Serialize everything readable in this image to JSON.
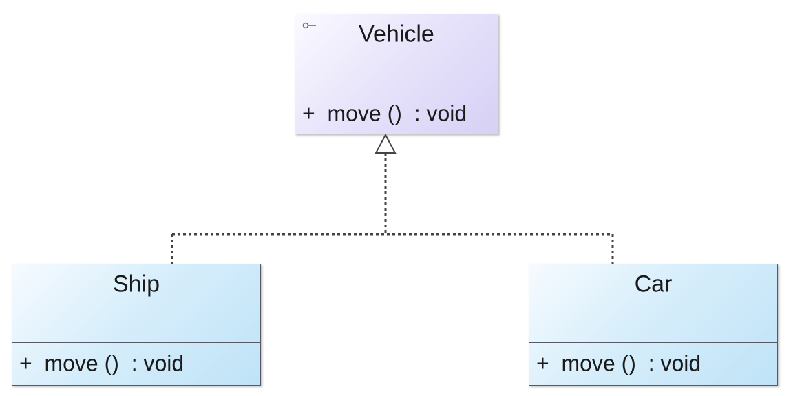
{
  "diagram": {
    "type": "uml-class-diagram",
    "colors": {
      "interface_fill": "#e8e4fb",
      "class_fill": "#d7eefb",
      "border": "#555a66",
      "connector": "#444444",
      "interface_icon": "#5566cc"
    },
    "interface": {
      "name": "Vehicle",
      "icon": "interface-lollipop-icon",
      "attributes": [],
      "operations": [
        "+  move ()  : void"
      ]
    },
    "classes": [
      {
        "name": "Ship",
        "attributes": [],
        "operations": [
          "+  move ()  : void"
        ]
      },
      {
        "name": "Car",
        "attributes": [],
        "operations": [
          "+  move ()  : void"
        ]
      }
    ],
    "relationships": [
      {
        "type": "realization",
        "from": "Ship",
        "to": "Vehicle"
      },
      {
        "type": "realization",
        "from": "Car",
        "to": "Vehicle"
      }
    ]
  }
}
